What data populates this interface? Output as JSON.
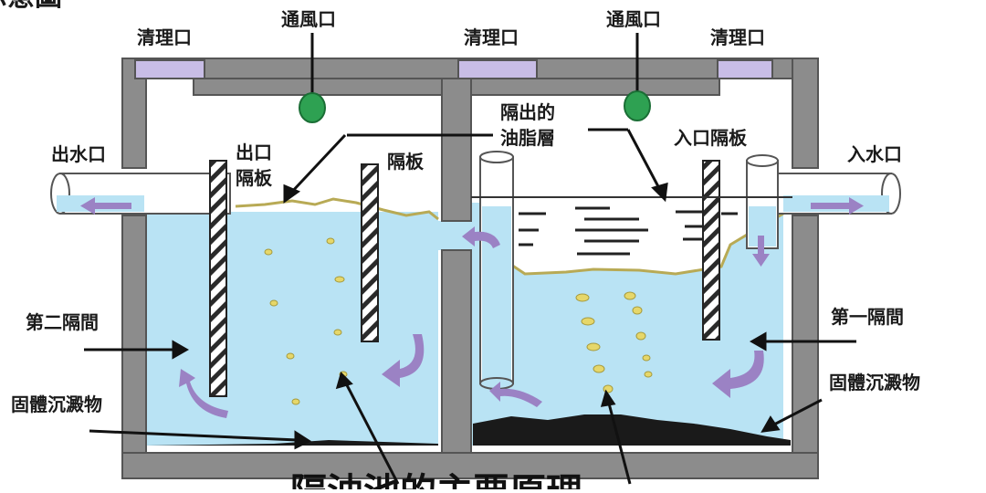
{
  "header_fragment": "示意圖",
  "labels": {
    "cleanout_left": "清理口",
    "cleanout_mid": "清理口",
    "cleanout_right": "清理口",
    "vent_left": "通風口",
    "vent_right": "通風口",
    "outlet": "出水口",
    "inlet": "入水口",
    "outlet_baffle_line1": "出口",
    "outlet_baffle_line2": "隔板",
    "baffle": "隔板",
    "grease_line1": "隔出的",
    "grease_line2": "油脂層",
    "inlet_baffle": "入口隔板",
    "chamber_two": "第二隔間",
    "solids_left": "固體沉澱物",
    "chamber_one": "第一隔間",
    "solids_right": "固體沉澱物"
  },
  "caption": "隔油池的主要原理",
  "colors": {
    "wall": "#8c8c8c",
    "wall_stroke": "#555555",
    "water": "#b9e3f4",
    "grease_line": "#b8aa55",
    "vent": "#2ea152",
    "flow_arrow": "#9b82c4",
    "cleanout_cap": "#c8bde6",
    "sediment": "#1a1a1a",
    "oil_droplet": "#e6d76a"
  },
  "icons": [
    "vent-icon",
    "flow-arrow-icon",
    "cleanout-cap-icon",
    "oil-droplet-icon"
  ]
}
